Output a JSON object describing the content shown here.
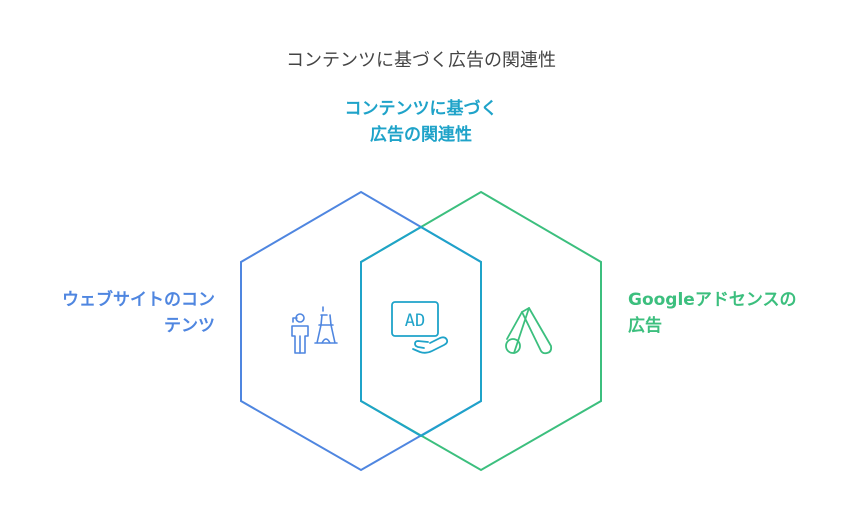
{
  "title": "コンテンツに基づく広告の関連性",
  "labels": {
    "center": {
      "line1": "コンテンツに基づく",
      "line2": "広告の関連性"
    },
    "left": {
      "line1": "ウェブサイトのコン",
      "line2": "テンツ"
    },
    "right": {
      "line1": "Googleアドセンスの",
      "line2": "広告"
    },
    "ad_badge": "AD"
  },
  "icons": {
    "left": "tourist-eiffel-tower-icon",
    "center": "ad-click-cursor-icon",
    "right": "google-ads-logo-icon"
  },
  "colors": {
    "left_hexagon": "#4f86e0",
    "right_hexagon": "#3cbf7e",
    "overlap": "#1fa3c9",
    "title": "#444444"
  }
}
